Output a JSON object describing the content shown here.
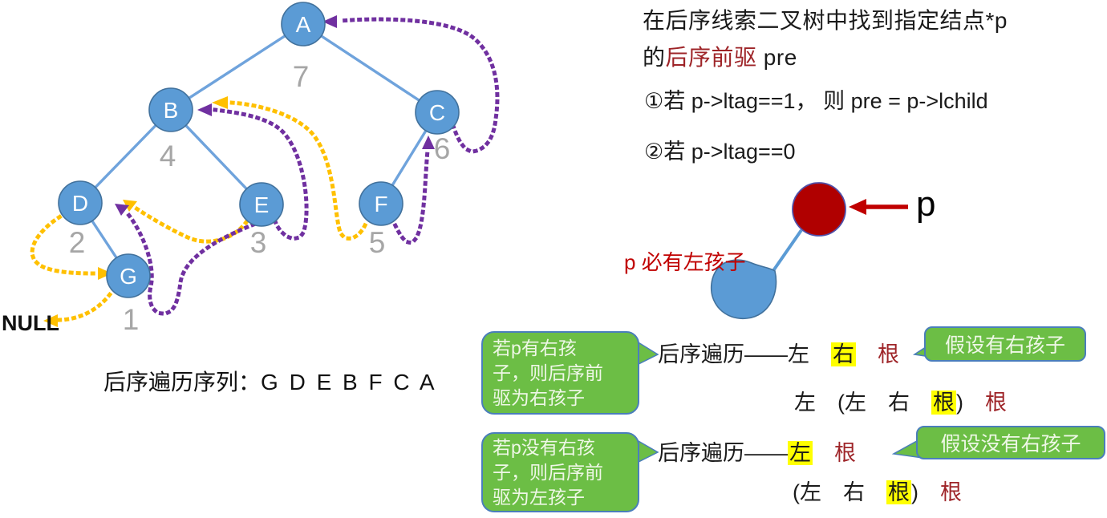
{
  "colors": {
    "node_blue": "#5B9BD5",
    "node_border": "#41719C",
    "edge_blue": "#6FA3DC",
    "thread_yellow": "#FFC000",
    "thread_purple": "#7030A0",
    "dark_red": "#C00000",
    "text_red": "#9E2428",
    "num_gray": "#A6A6A6",
    "bubble_green": "#6CBE45",
    "bubble_border": "#4a7ebb",
    "highlight": "#FFFF00"
  },
  "tree": {
    "nodes": [
      {
        "label": "A",
        "order": "7"
      },
      {
        "label": "B",
        "order": "4"
      },
      {
        "label": "C",
        "order": "6"
      },
      {
        "label": "D",
        "order": "2"
      },
      {
        "label": "E",
        "order": "3"
      },
      {
        "label": "F",
        "order": "5"
      },
      {
        "label": "G",
        "order": "1"
      }
    ],
    "null_label": "NULL",
    "sequence_title": "后序遍历序列：",
    "sequence_value": "G D E B F C A"
  },
  "panel": {
    "heading_line1": "在后序线索二叉树中找到指定结点*p",
    "heading_line2_prefix": "的",
    "heading_line2_red": "后序前驱",
    "heading_line2_suffix": " pre",
    "case1": "①若 p->ltag==1， 则 pre = p->lchild",
    "case2": "②若 p->ltag==0",
    "p_label": "p",
    "p_note": "p 必有左孩子"
  },
  "blocks": [
    {
      "left_bubble": "若p有右孩\n子，则后序前\n驱为右孩子",
      "right_bubble": "假设有右孩子",
      "line1": {
        "pre": "后序遍历——左　",
        "hl": "右",
        "mid": "　",
        "red": "根"
      },
      "line2": {
        "pre": "左　(左　右　",
        "hl": "根",
        "mid": ")　",
        "red": "根"
      }
    },
    {
      "left_bubble": "若p没有右孩\n子，则后序前\n驱为左孩子",
      "right_bubble": "假设没有右孩子",
      "line1": {
        "pre": "后序遍历——",
        "hl": "左",
        "mid": "　",
        "red": "根"
      },
      "line2": {
        "pre": "(左　右　",
        "hl": "根",
        "mid": ")　",
        "red": "根"
      }
    }
  ]
}
